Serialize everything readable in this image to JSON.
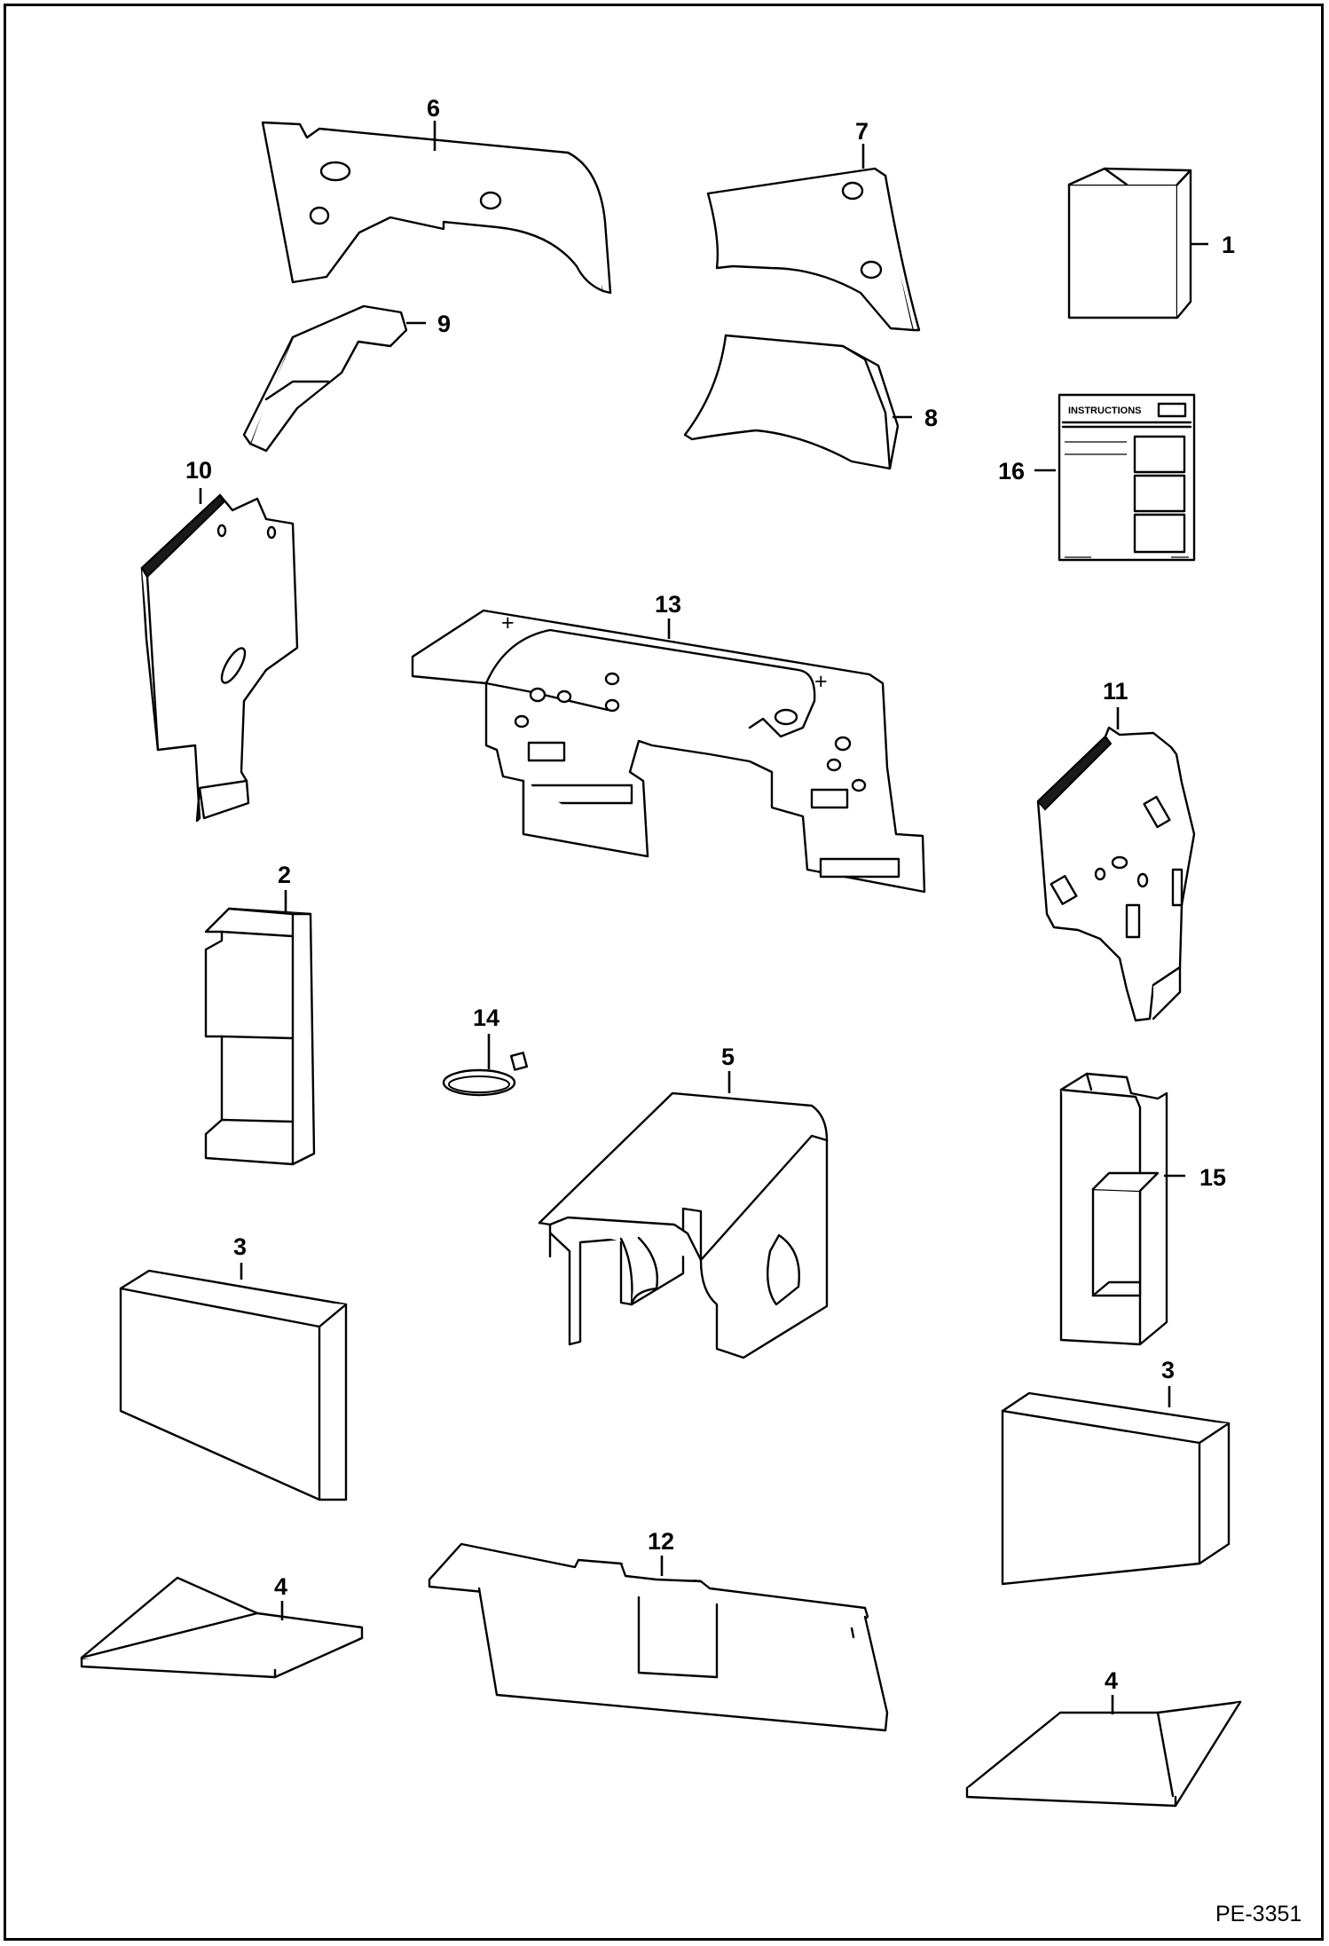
{
  "figure_ref": "PE-3351",
  "instructions_label": "INSTRUCTIONS",
  "callouts": {
    "c1": "1",
    "c2": "2",
    "c3a": "3",
    "c3b": "3",
    "c4a": "4",
    "c4b": "4",
    "c5": "5",
    "c6": "6",
    "c7": "7",
    "c8": "8",
    "c9": "9",
    "c10": "10",
    "c11": "11",
    "c12": "12",
    "c13": "13",
    "c14": "14",
    "c15": "15",
    "c16": "16"
  }
}
